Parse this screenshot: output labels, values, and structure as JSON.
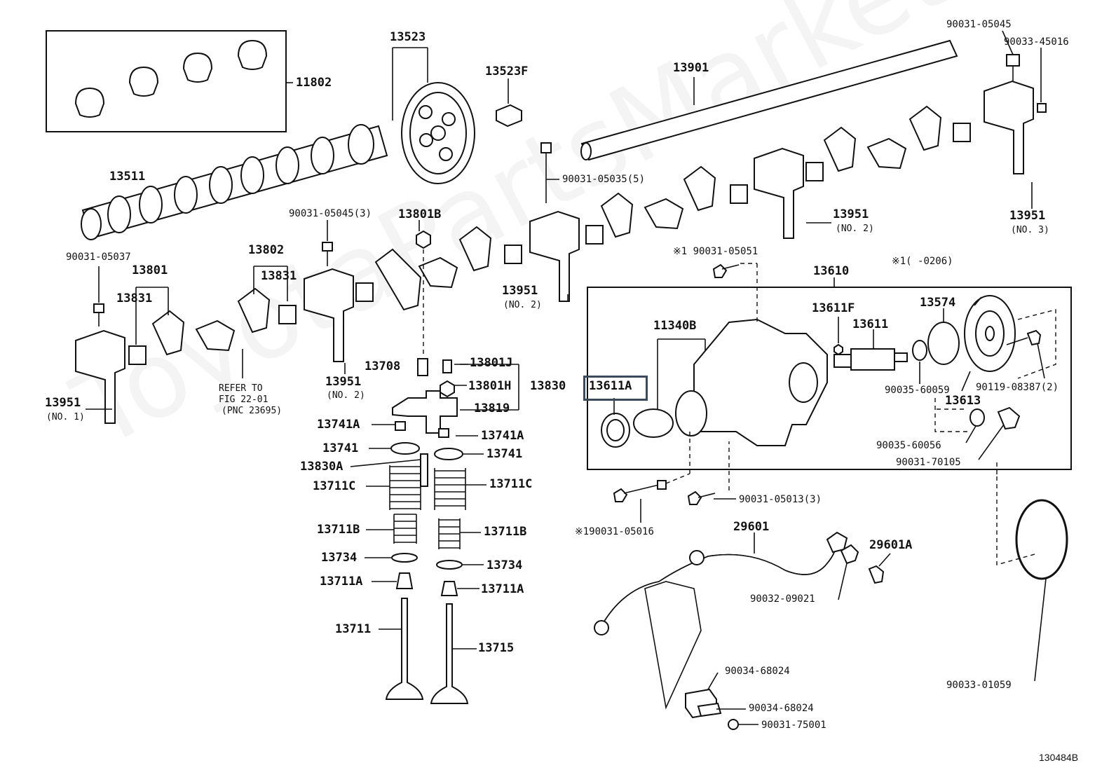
{
  "watermark": "ToyotaPartsMarket",
  "highlighted_part": "13611A",
  "figure_number": "130484B",
  "labels": {
    "l_11802": "11802",
    "l_13523": "13523",
    "l_13523F": "13523F",
    "l_13901": "13901",
    "l_05045": "90031-05045",
    "l_45016": "90033-45016",
    "l_13511": "13511",
    "l_05035": "90031-05035(5)",
    "l_05045_3": "90031-05045(3)",
    "l_13801B": "13801B",
    "l_13951_no2a": "13951",
    "l_no2a": "(NO. 2)",
    "l_13951_no3": "13951",
    "l_no3": "(NO. 3)",
    "l_05037": "90031-05037",
    "l_13802": "13802",
    "l_13801": "13801",
    "l_13831a": "13831",
    "l_13831b": "13831",
    "l_05051": "※1 90031-05051",
    "l_0206": "※1(    -0206)",
    "l_13610": "13610",
    "l_13951_no2b": "13951",
    "l_no2b": "(NO. 2)",
    "l_11340B": "11340B",
    "l_13611F": "13611F",
    "l_13611": "13611",
    "l_13574": "13574",
    "l_13708": "13708",
    "l_13801J": "13801J",
    "l_13801H": "13801H",
    "l_13830": "13830",
    "l_13951_no2c": "13951",
    "l_no2c": "(NO. 2)",
    "l_refer1": "REFER TO",
    "l_refer2": "FIG 22-01",
    "l_refer3": "(PNC 23695)",
    "l_13951_no1": "13951",
    "l_no1": "(NO. 1)",
    "l_13819": "13819",
    "l_13741A_l": "13741A",
    "l_13741A_r": "13741A",
    "l_13741_l": "13741",
    "l_13741_r": "13741",
    "l_13830A": "13830A",
    "l_13711C_l": "13711C",
    "l_13711C_r": "13711C",
    "l_13711B_l": "13711B",
    "l_13711B_r": "13711B",
    "l_13734_l": "13734",
    "l_13734_r": "13734",
    "l_13711A_l": "13711A",
    "l_13711A_r": "13711A",
    "l_13711": "13711",
    "l_13715": "13715",
    "l_13611A": "13611A",
    "l_60059": "90035-60059",
    "l_08387": "90119-08387(2)",
    "l_13613": "13613",
    "l_60056": "90035-60056",
    "l_70105": "90031-70105",
    "l_05016": "※190031-05016",
    "l_05013": "90031-05013(3)",
    "l_29601": "29601",
    "l_29601A": "29601A",
    "l_09021": "90032-09021",
    "l_68024a": "90034-68024",
    "l_68024b": "90034-68024",
    "l_75001": "90031-75001",
    "l_01059": "90033-01059"
  }
}
